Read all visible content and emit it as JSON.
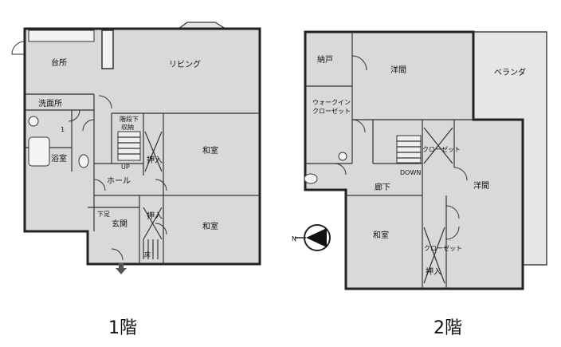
{
  "floors": [
    {
      "caption": "1階",
      "rooms": {
        "kitchen": "台所",
        "living": "リビング",
        "washroom": "洗面所",
        "bath": "浴室",
        "stair_storage": "階段下",
        "storage_label": "収納",
        "stair_up": "UP",
        "closet": "押入",
        "hall": "ホール",
        "washitsu_upper": "和室",
        "washitsu_lower": "和室",
        "shoe_box": "下足",
        "entrance": "玄関",
        "closet_lower": "押入",
        "closet_mini": "床",
        "bath_mark": "1"
      }
    },
    {
      "caption": "2階",
      "rooms": {
        "storeroom": "納戸",
        "western_room_upper": "洋間",
        "veranda": "ベランダ",
        "walkin_closet_line1": "ウォークイン",
        "walkin_closet_line2": "クローゼット",
        "closet_center": "クローゼット",
        "stair_down": "DOWN",
        "western_room_right": "洋間",
        "corridor": "廊下",
        "washitsu": "和室",
        "closet_lower": "クローゼット",
        "closet_push": "押入"
      }
    }
  ],
  "compass": {
    "label": "N"
  }
}
